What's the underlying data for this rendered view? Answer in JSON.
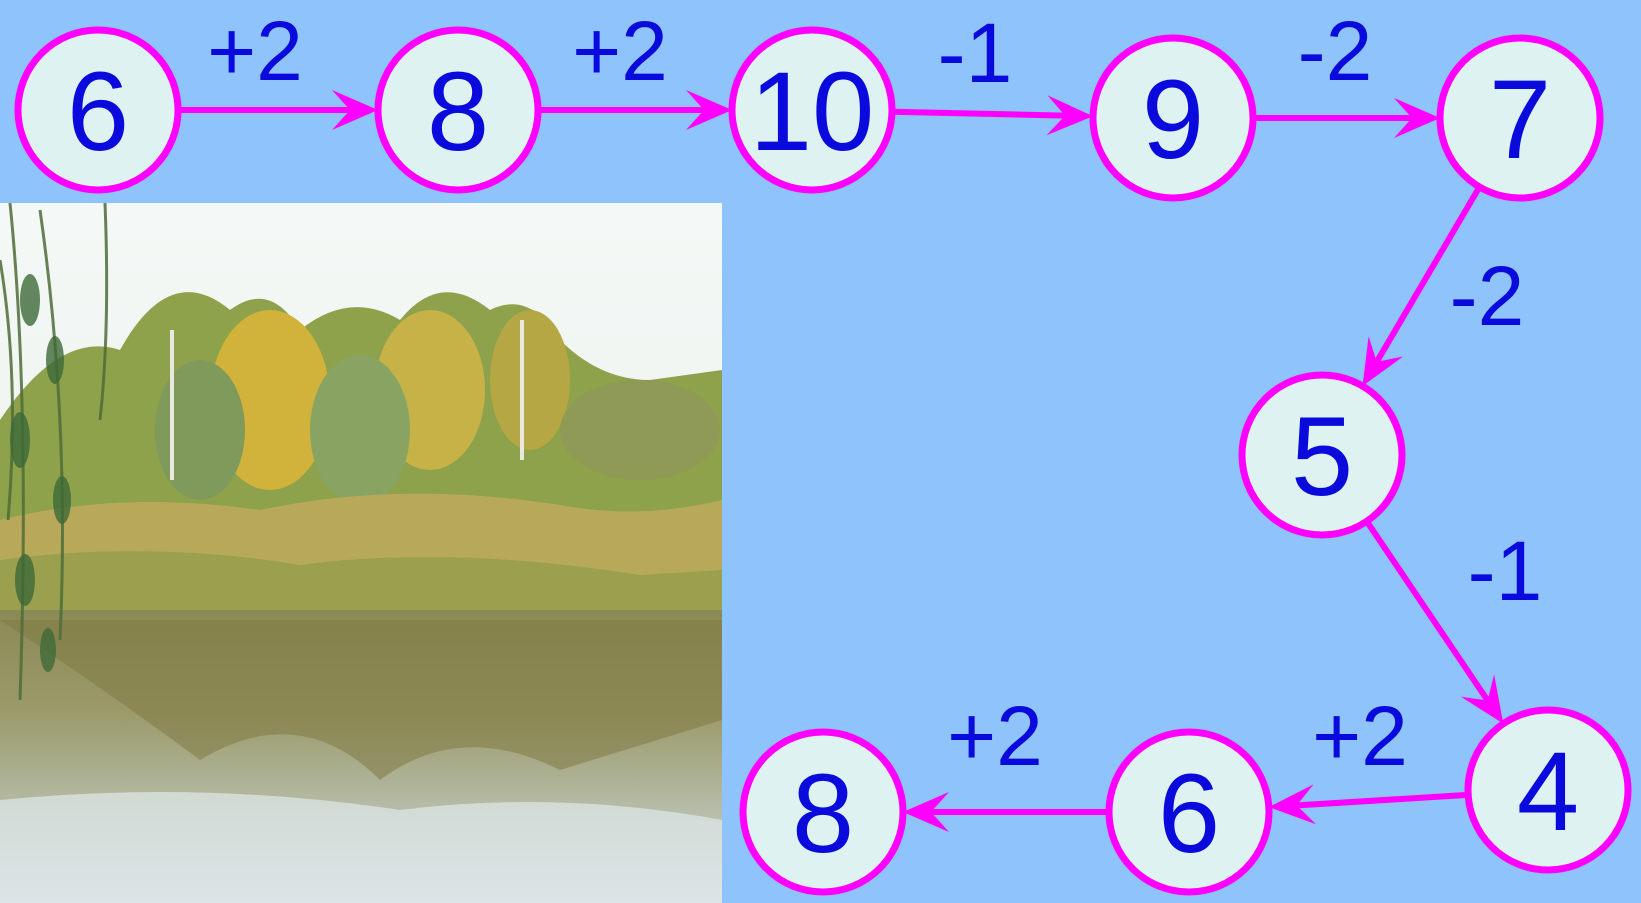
{
  "colors": {
    "background": "#8fc3fb",
    "node_fill": "#def3f1",
    "node_stroke": "#ff00ff",
    "arrow": "#ff00ff",
    "text": "#0a0adc"
  },
  "photo": {
    "description_icon": "autumn-pond-photo-icon"
  },
  "chain": {
    "nodes": [
      "6",
      "8",
      "10",
      "9",
      "7",
      "5",
      "4",
      "6",
      "8"
    ],
    "operations": [
      "+2",
      "+2",
      "-1",
      "-2",
      "-2",
      "-1",
      "+2",
      "+2"
    ]
  }
}
